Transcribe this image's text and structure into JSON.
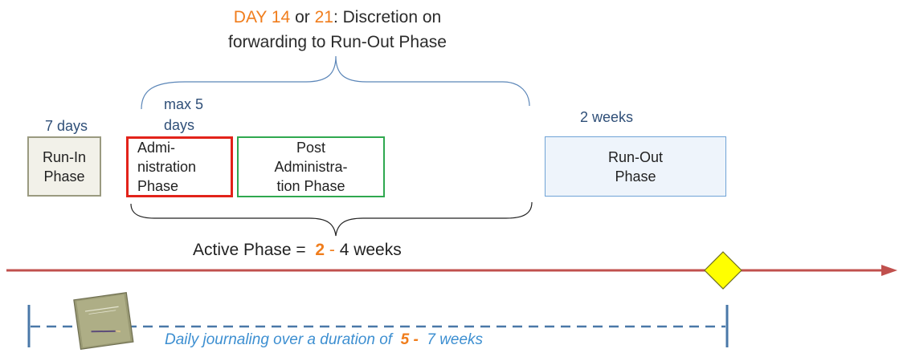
{
  "top_note": {
    "day_label": "DAY",
    "day1": "14",
    "or_label": "or",
    "day2": "21",
    "rest_line1": ": Discretion on",
    "line2": "forwarding to Run-Out Phase"
  },
  "durations": {
    "run_in": "7 days",
    "administration_line1": "max 5",
    "administration_line2": "days",
    "run_out": "2 weeks"
  },
  "phases": {
    "run_in": [
      "Run-In",
      "Phase"
    ],
    "administration": [
      "Admi-",
      "nistration",
      "Phase"
    ],
    "post_administration": [
      "Post",
      "Administra-",
      "tion Phase"
    ],
    "run_out": [
      "Run-Out",
      "Phase"
    ]
  },
  "active_phase": {
    "prefix": "Active Phase =  ",
    "min": "2",
    "dash": " - ",
    "rest": "4 weeks"
  },
  "journal": {
    "prefix": "Daily journaling over a duration of  ",
    "min": "5",
    "dash": " - ",
    "rest": " 7 weeks"
  },
  "colors": {
    "timeline": "#c0504d",
    "milestone": "#ffff00",
    "journal_line": "#4a78a8",
    "accent_orange": "#f07d1c",
    "admin_border": "#e2231a",
    "post_border": "#2fa84f",
    "run_out_border": "#6fa3d6"
  },
  "icons": {
    "milestone": "diamond-icon",
    "journal": "notebook-icon"
  }
}
